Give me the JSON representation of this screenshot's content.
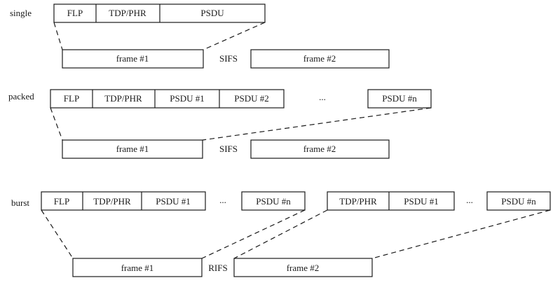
{
  "single": {
    "label": "single",
    "fields": [
      "FLP",
      "TDP/PHR",
      "PSDU"
    ],
    "frame1": "frame #1",
    "gap": "SIFS",
    "frame2": "frame #2"
  },
  "packed": {
    "label": "packed",
    "fields": [
      "FLP",
      "TDP/PHR",
      "PSDU #1",
      "PSDU #2"
    ],
    "ellipsis": "...",
    "last_field": "PSDU #n",
    "frame1": "frame #1",
    "gap": "SIFS",
    "frame2": "frame #2"
  },
  "burst": {
    "label": "burst",
    "group1_fields": [
      "FLP",
      "TDP/PHR",
      "PSDU #1"
    ],
    "ellipsis1": "...",
    "group1_last": "PSDU #n",
    "group2_fields": [
      "TDP/PHR",
      "PSDU #1"
    ],
    "ellipsis2": "...",
    "group2_last": "PSDU #n",
    "frame1": "frame #1",
    "gap": "RIFS",
    "frame2": "frame #2"
  }
}
